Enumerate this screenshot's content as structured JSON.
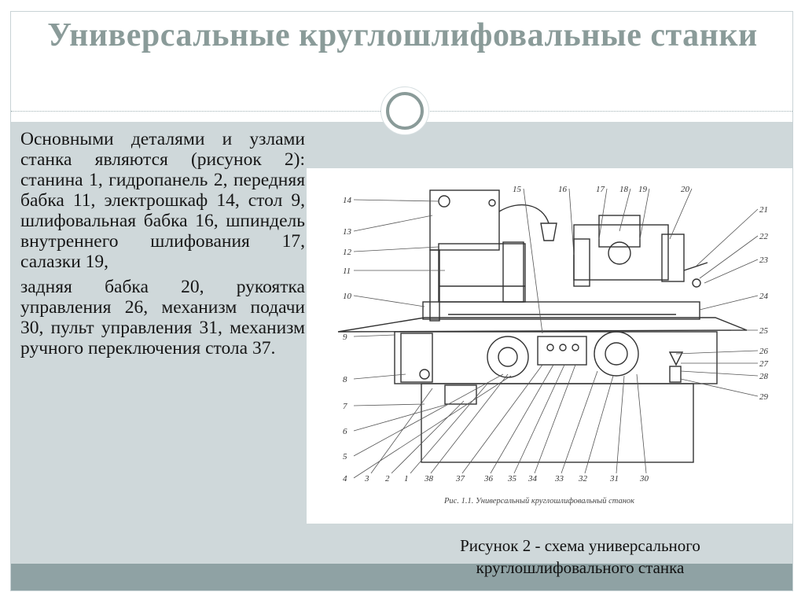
{
  "slide": {
    "title": "Универсальные круглошлифовальные станки",
    "paragraph1": "Основными деталями и узлами станка являются (рисунок 2): станина 1, гидропанель 2, передняя бабка 11, электрошкаф 14, стол 9, шлифовальная бабка 16, шпиндель внутреннего шлифования 17, салазки 19,",
    "paragraph2": "задняя бабка 20, рукоятка управления 26, механизм подачи 30, пульт управления 31, механизм ручного переключения стола 37.",
    "caption": "Рисунок 2 - схема универсального круглошлифовального станка"
  },
  "figure": {
    "inner_caption": "Рис. 1.1. Универсальный круглошлифовальный станок",
    "top_labels": [
      "15",
      "16",
      "17",
      "18",
      "19",
      "20"
    ],
    "left_labels": [
      "14",
      "13",
      "12",
      "11",
      "10",
      "9",
      "8",
      "7",
      "6",
      "5",
      "4"
    ],
    "right_labels": [
      "21",
      "22",
      "23",
      "24",
      "25",
      "26",
      "27",
      "28",
      "29"
    ],
    "bottom_labels": [
      "3",
      "2",
      "1",
      "38",
      "37",
      "36",
      "35",
      "34",
      "33",
      "32",
      "31",
      "30"
    ]
  },
  "colors": {
    "title": "#8a9b99",
    "panel": "#cfd8da",
    "band": "#8fa2a4"
  }
}
